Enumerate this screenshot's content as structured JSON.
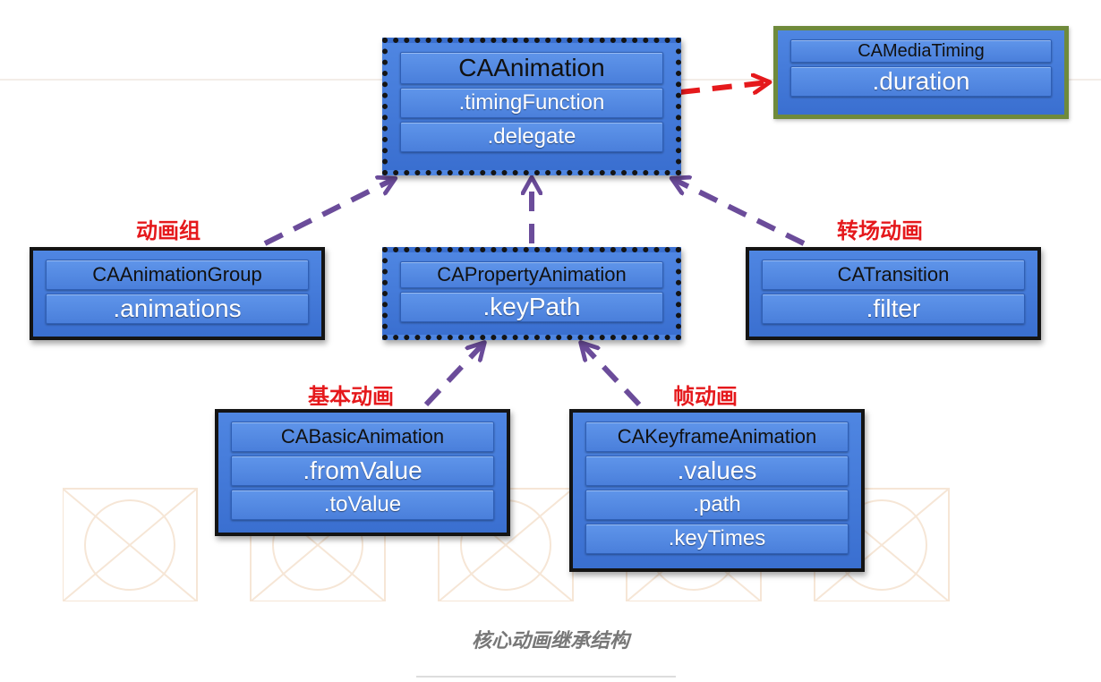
{
  "caption": "核心动画继承结构",
  "colors": {
    "arrow_purple": "#6b4c9a",
    "arrow_red": "#e5191c",
    "box_blue": "#3a6fd0",
    "label_red": "#e5191c",
    "green_border": "#6f8a3b"
  },
  "classes": {
    "caanimation": {
      "name": "CAAnimation",
      "props": [
        ".timingFunction",
        ".delegate"
      ]
    },
    "camediatiming": {
      "name": "CAMediaTiming",
      "props": [
        ".duration"
      ]
    },
    "caanimationgroup": {
      "name": "CAAnimationGroup",
      "props": [
        ".animations"
      ],
      "label": "动画组"
    },
    "capropertyanimation": {
      "name": "CAPropertyAnimation",
      "props": [
        ".keyPath"
      ]
    },
    "catransition": {
      "name": "CATransition",
      "props": [
        ".filter"
      ],
      "label": "转场动画"
    },
    "cabasicanimation": {
      "name": "CABasicAnimation",
      "props": [
        ".fromValue",
        ".toValue"
      ],
      "label": "基本动画"
    },
    "cakeyframeanimation": {
      "name": "CAKeyframeAnimation",
      "props": [
        ".values",
        ".path",
        ".keyTimes"
      ],
      "label": "帧动画"
    }
  }
}
